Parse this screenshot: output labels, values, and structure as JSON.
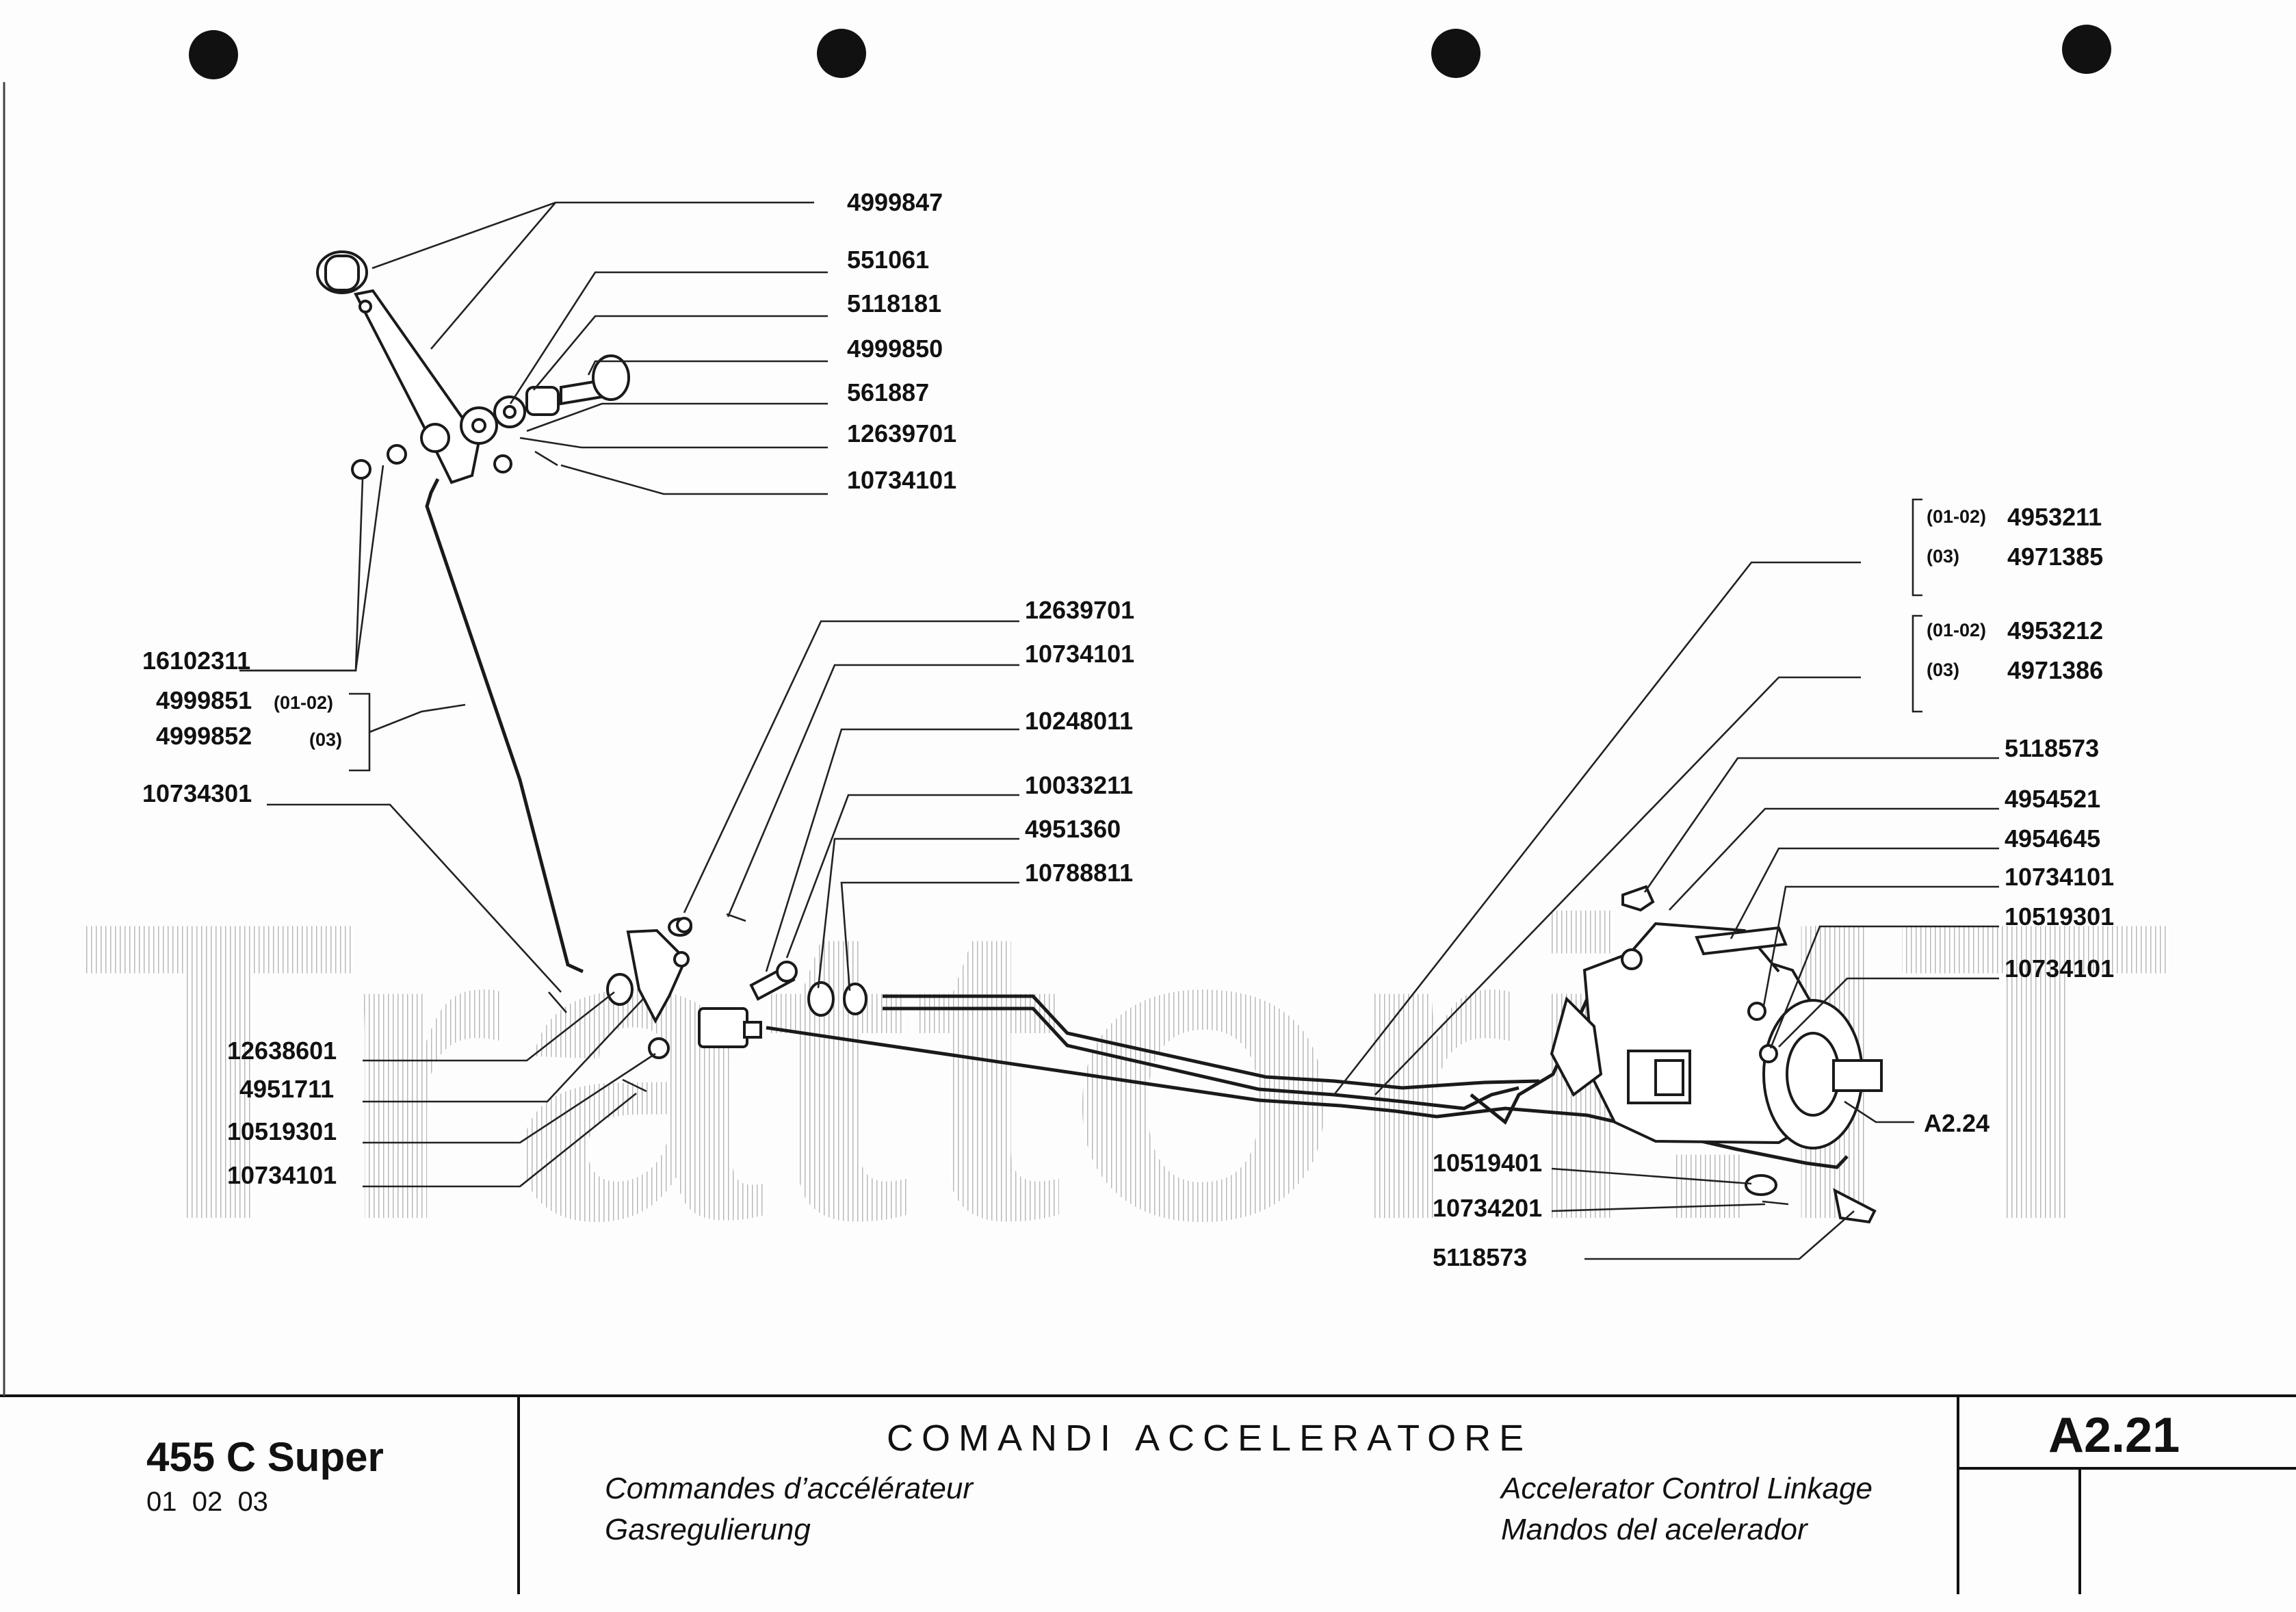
{
  "watermark": "Trattori.IT",
  "footer": {
    "model": "455 C Super",
    "variants": "01  02  03",
    "title": "COMANDI  ACCELERATORE",
    "translations": {
      "fr": "Commandes d’accélérateur",
      "de": "Gasregulierung",
      "en": "Accelerator Control Linkage",
      "es": "Mandos del acelerador"
    },
    "page_code": "A2.21"
  },
  "callouts": {
    "top": [
      "4999847",
      "551061",
      "5118181",
      "4999850",
      "561887",
      "12639701",
      "10734101"
    ],
    "left": {
      "p1": "16102311",
      "p2": "4999851",
      "p2_variant": "(01-02)",
      "p3": "4999852",
      "p3_variant": "(03)",
      "p4": "10734301"
    },
    "left_lower": [
      "12638601",
      "4951711",
      "10519301",
      "10734101"
    ],
    "middle": [
      "12639701",
      "10734101",
      "10248011",
      "10033211",
      "4951360",
      "10788811"
    ],
    "right_groups": [
      {
        "variant_a": "(01-02)",
        "part_a": "4953211",
        "variant_b": "(03)",
        "part_b": "4971385"
      },
      {
        "variant_a": "(01-02)",
        "part_a": "4953212",
        "variant_b": "(03)",
        "part_b": "4971386"
      }
    ],
    "right": [
      "5118573",
      "4954521",
      "4954645",
      "10734101",
      "10519301",
      "10734101"
    ],
    "ref": "A2.24",
    "bottom_right": [
      "10519401",
      "10734201",
      "5118573"
    ]
  }
}
